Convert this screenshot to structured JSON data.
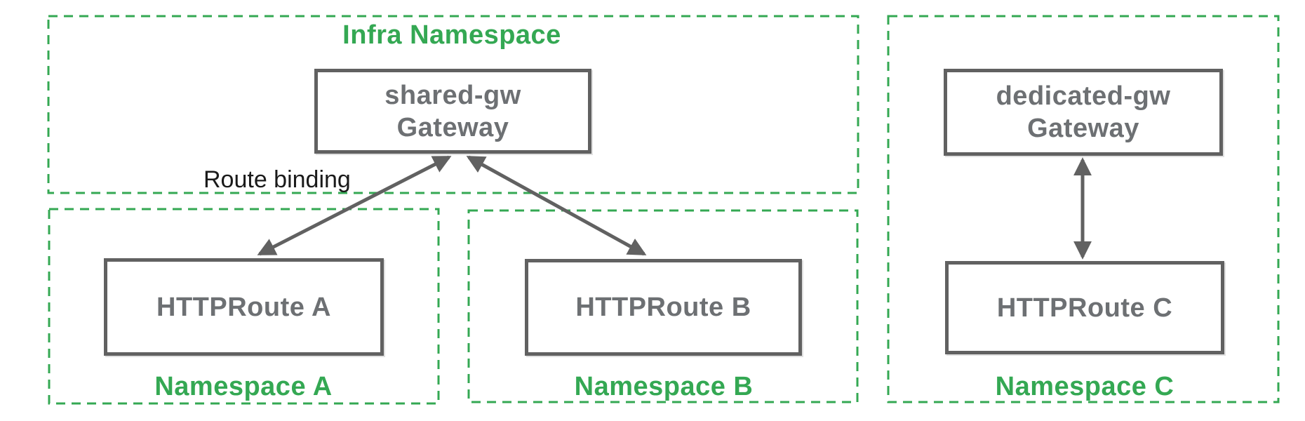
{
  "namespaces": {
    "infra": "Infra Namespace",
    "a": "Namespace A",
    "b": "Namespace B",
    "c": "Namespace C"
  },
  "nodes": {
    "shared_gw": {
      "name": "shared-gw",
      "kind": "Gateway"
    },
    "dedicated_gw": {
      "name": "dedicated-gw",
      "kind": "Gateway"
    },
    "route_a": "HTTPRoute A",
    "route_b": "HTTPRoute B",
    "route_c": "HTTPRoute C"
  },
  "annotations": {
    "route_binding": "Route binding"
  },
  "edges": [
    {
      "from": "route_a",
      "to": "shared_gw",
      "style": "double-arrow",
      "label": "Route binding"
    },
    {
      "from": "route_b",
      "to": "shared_gw",
      "style": "double-arrow",
      "label": "Route binding"
    },
    {
      "from": "route_c",
      "to": "dedicated_gw",
      "style": "double-arrow",
      "label": ""
    }
  ],
  "colors": {
    "namespace_green": "#34a853",
    "node_border_gray": "#616161",
    "node_text_gray": "#6d7073",
    "annotation_black": "#1a1a1a"
  }
}
